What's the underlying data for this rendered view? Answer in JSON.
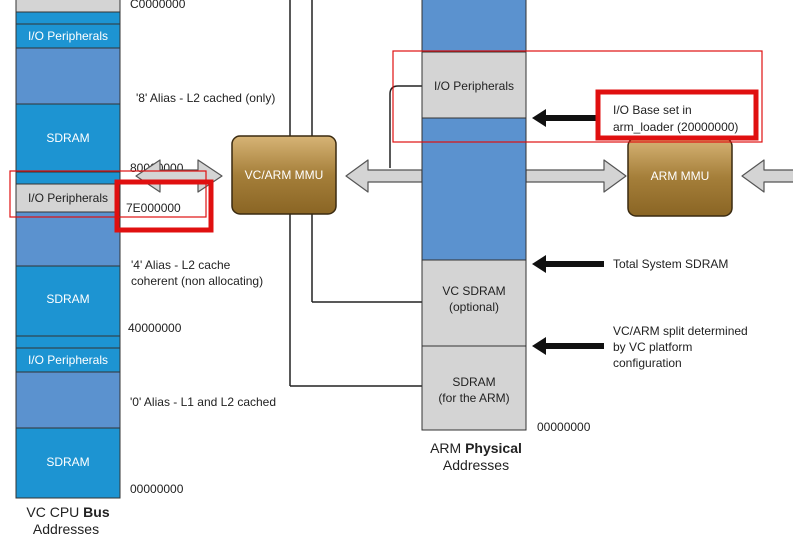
{
  "vc_bus": {
    "top_address": "C0000000",
    "io_peripherals_1": "I/O Peripherals",
    "alias_8": "'8' Alias - L2 cached (only)",
    "sdram_1": "SDRAM",
    "addr_80": "80000000",
    "io_peripherals_2": "I/O Peripherals",
    "addr_7e": "7E000000",
    "alias_4_line1": "'4' Alias - L2 cache",
    "alias_4_line2": "coherent (non allocating)",
    "sdram_2": "SDRAM",
    "addr_40": "40000000",
    "io_peripherals_3": "I/O Peripherals",
    "alias_0": "'0' Alias - L1 and L2 cached",
    "sdram_3": "SDRAM",
    "addr_00": "00000000",
    "caption_prefix": "VC CPU ",
    "caption_bold": "Bus",
    "caption_line2": "Addresses"
  },
  "mmu": {
    "vc_arm_mmu": "VC/ARM MMU",
    "arm_mmu": "ARM MMU"
  },
  "arm_physical": {
    "io_peripherals": "I/O Peripherals",
    "vc_sdram_line1": "VC SDRAM",
    "vc_sdram_line2": "(optional)",
    "sdram_line1": "SDRAM",
    "sdram_line2": "(for the ARM)",
    "addr_00": "00000000",
    "caption_prefix": "ARM ",
    "caption_bold": "Physical",
    "caption_line2": "Addresses"
  },
  "notes": {
    "io_base_line1": "I/O Base set in",
    "io_base_line2": "arm_loader (20000000)",
    "total_sdram": "Total System SDRAM",
    "split_line1": "VC/ARM split determined",
    "split_line2": "by VC platform",
    "split_line3": "configuration"
  },
  "colors": {
    "blue_block": "#1d94d2",
    "blue_alias": "#5b92cf",
    "gray_block": "#d4d4d4",
    "mmu_gold": "#a57f3a",
    "highlight_red": "#e01010"
  }
}
